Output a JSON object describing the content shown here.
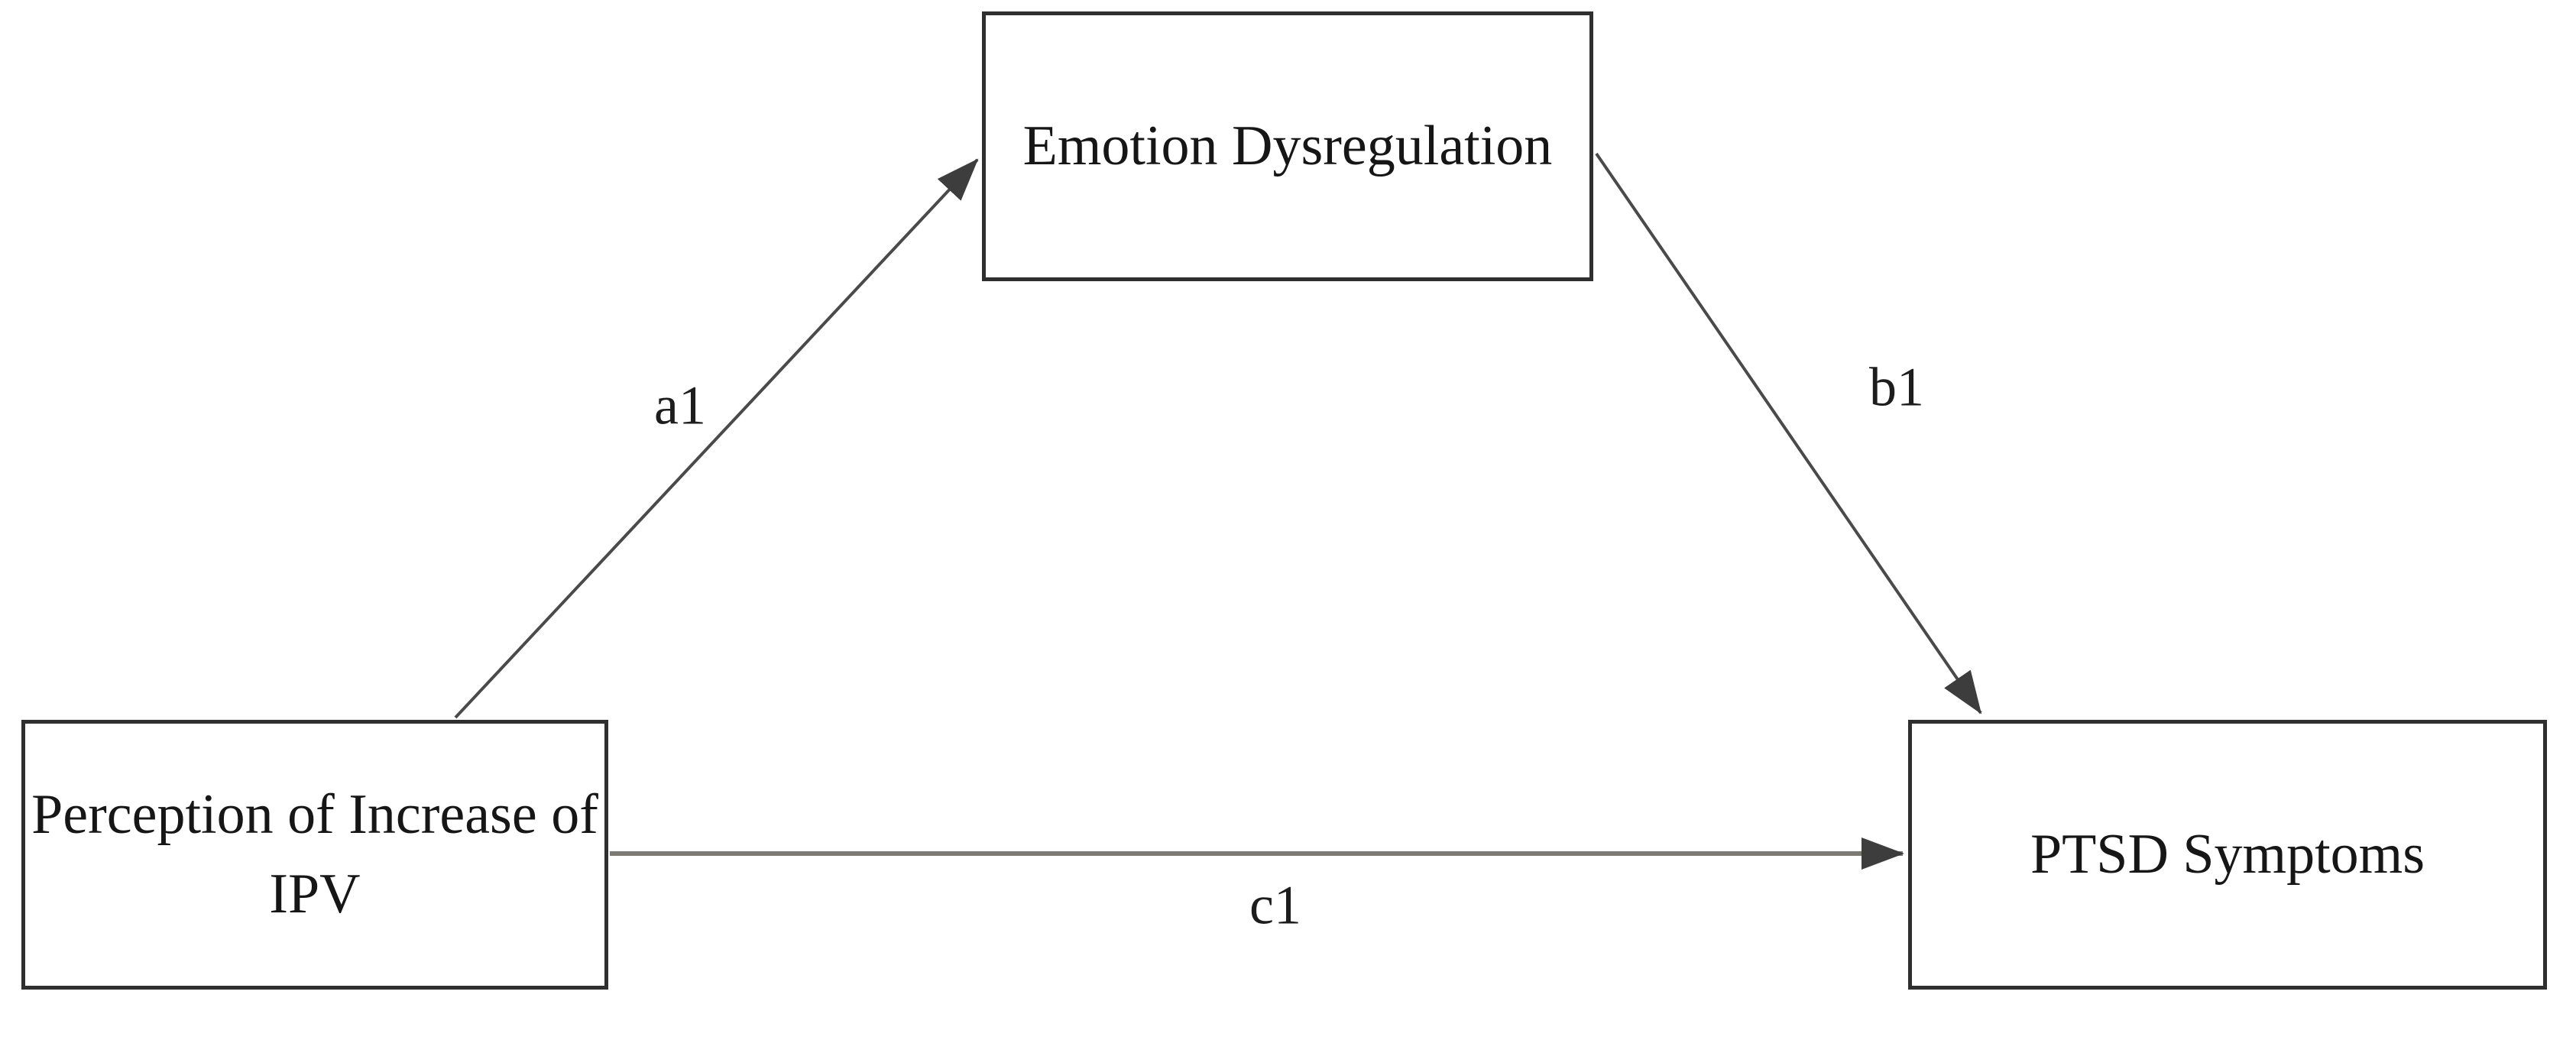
{
  "diagram": {
    "type": "mediation-path-diagram",
    "nodes": {
      "mediator": {
        "label": "Emotion Dysregulation"
      },
      "predictor": {
        "label": "Perception of Increase of\nIPV"
      },
      "outcome": {
        "label": "PTSD Symptoms"
      }
    },
    "paths": [
      {
        "id": "a1",
        "label": "a1",
        "from": "Perception of Increase of IPV",
        "to": "Emotion Dysregulation"
      },
      {
        "id": "b1",
        "label": "b1",
        "from": "Emotion Dysregulation",
        "to": "PTSD Symptoms"
      },
      {
        "id": "c1",
        "label": "c1",
        "from": "Perception of Increase of IPV",
        "to": "PTSD Symptoms"
      }
    ],
    "colors": {
      "background": "#ffffff",
      "box_border": "#2f2f2f",
      "text": "#161616",
      "diagonal_line": "#4a4a4a",
      "horizontal_line": "#7b7b73",
      "arrowhead": "#3d3d3d"
    }
  }
}
